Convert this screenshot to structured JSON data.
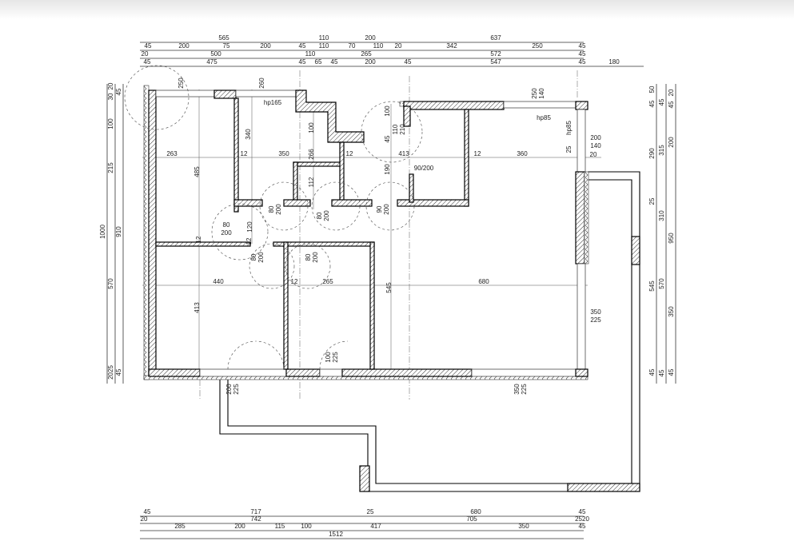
{
  "drawing": {
    "dimensions": {
      "top": [
        [
          "565",
          "110",
          "200",
          "637"
        ],
        [
          "45",
          "200",
          "75",
          "200",
          "45",
          "110",
          "70",
          "110",
          "20",
          "342",
          "250",
          "45"
        ],
        [
          "20",
          "500",
          "110",
          "265",
          "572",
          "45"
        ],
        [
          "45",
          "475",
          "45",
          "65",
          "45",
          "200",
          "45",
          "547",
          "45",
          "180"
        ]
      ],
      "bottom": [
        [
          "45",
          "717",
          "25",
          "680",
          "45"
        ],
        [
          "20",
          "742",
          "705",
          "2520"
        ],
        [
          "285",
          "200",
          "115",
          "100",
          "417",
          "350",
          "45"
        ],
        [
          "1512"
        ]
      ],
      "left": [
        [
          "1000"
        ],
        [
          "20",
          "30",
          "100",
          "215",
          "570",
          "2025"
        ],
        [
          "45",
          "910",
          "45"
        ]
      ],
      "right": [
        [
          "50",
          "45",
          "290",
          "25",
          "545",
          "45"
        ],
        [
          "45",
          "315",
          "310",
          "570",
          "45"
        ],
        [
          "20",
          "45",
          "200",
          "950",
          "350",
          "45"
        ]
      ]
    },
    "interior": [
      "263",
      "12",
      "350",
      "266",
      "12",
      "413",
      "12",
      "360",
      "25",
      "20",
      "485",
      "340",
      "100",
      "112",
      "190",
      "90/200",
      "hp165",
      "hp85",
      "250",
      "140",
      "200",
      "140",
      "hp85",
      "440",
      "12",
      "265",
      "545",
      "680",
      "413",
      "350",
      "225",
      "200",
      "225",
      "100",
      "225",
      "350",
      "225",
      "80",
      "200",
      "80",
      "200",
      "80",
      "200",
      "90",
      "200",
      "80",
      "200",
      "80",
      "200",
      "120",
      "12",
      "12",
      "110",
      "210",
      "100",
      "45",
      "250",
      "260"
    ]
  }
}
